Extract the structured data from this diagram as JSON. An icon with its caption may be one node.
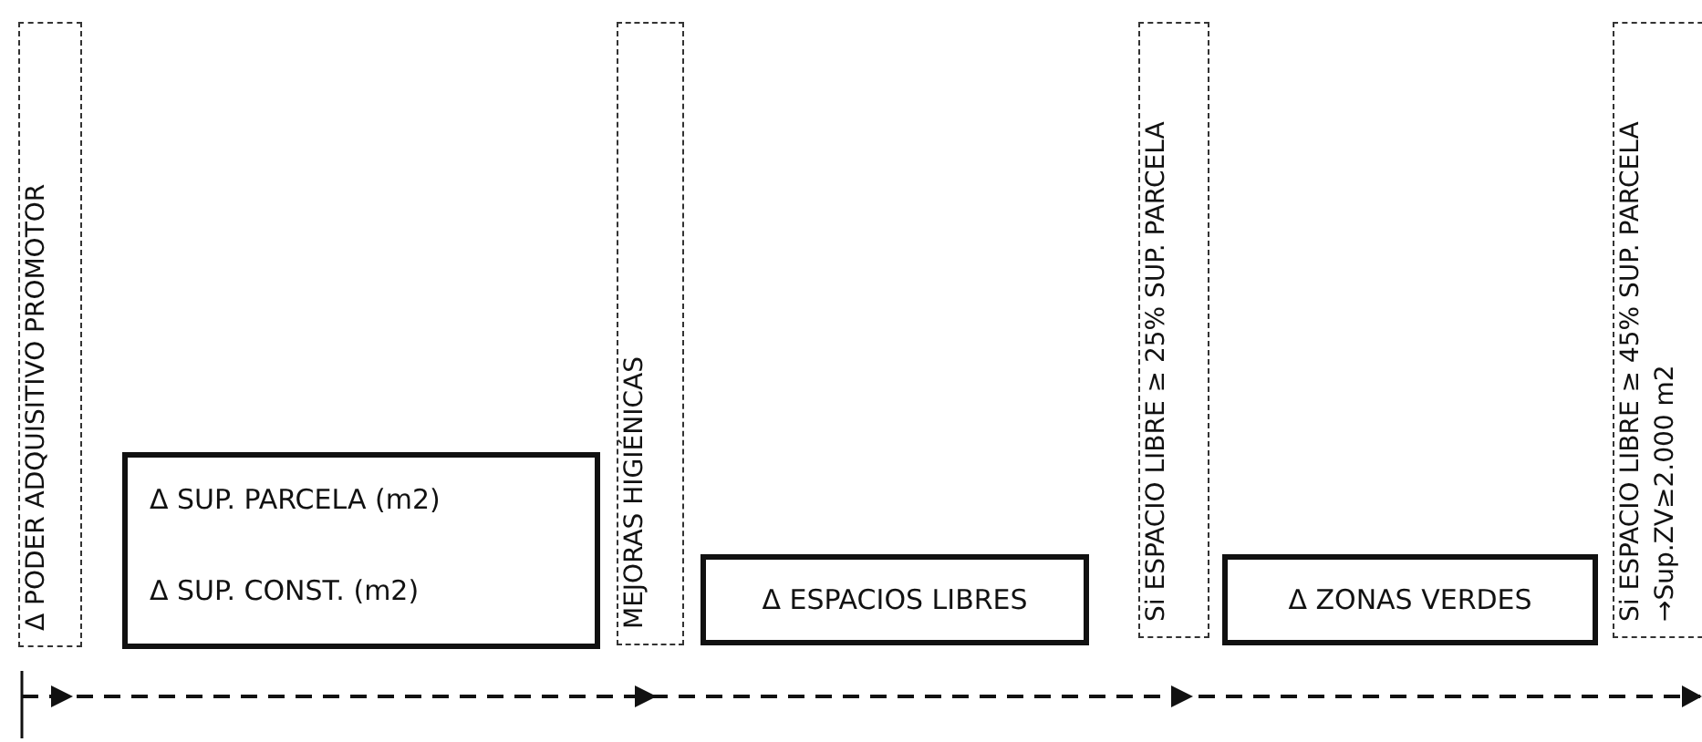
{
  "diagram": {
    "nodes": [
      {
        "text": [
          "Δ PODER ADQUISITIVO PROMOTOR"
        ]
      },
      {
        "text": [
          "Δ SUP. PARCELA (m2)",
          "Δ SUP. CONST. (m2)"
        ]
      },
      {
        "text": [
          "MEJORAS HIGIÉNICAS"
        ]
      },
      {
        "text": [
          "Δ ESPACIOS LIBRES"
        ]
      },
      {
        "text": [
          "Si ESPACIO LIBRE ≥ 25% SUP. PARCELA"
        ]
      },
      {
        "text": [
          "Δ ZONAS VERDES"
        ]
      },
      {
        "text": [
          "Si ESPACIO LIBRE ≥ 45% SUP. PARCELA →Sup.ZV≥2.000 m2"
        ]
      }
    ]
  }
}
